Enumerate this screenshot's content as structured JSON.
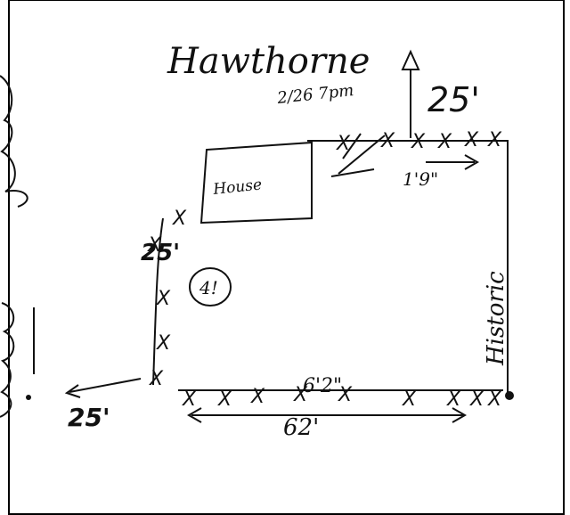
{
  "sketch": {
    "street_label": "Hawthorne",
    "north_distance": "25'",
    "house_label": "House",
    "gate_note": "2/26 7pm",
    "corner_note": "1'9\"",
    "west_distance": "25'",
    "west_note": "4!",
    "south_left_distance": "25'",
    "south_distance": "62'",
    "south_note": "6'2\"",
    "east_label": "Historic",
    "fence_mark": "X"
  }
}
